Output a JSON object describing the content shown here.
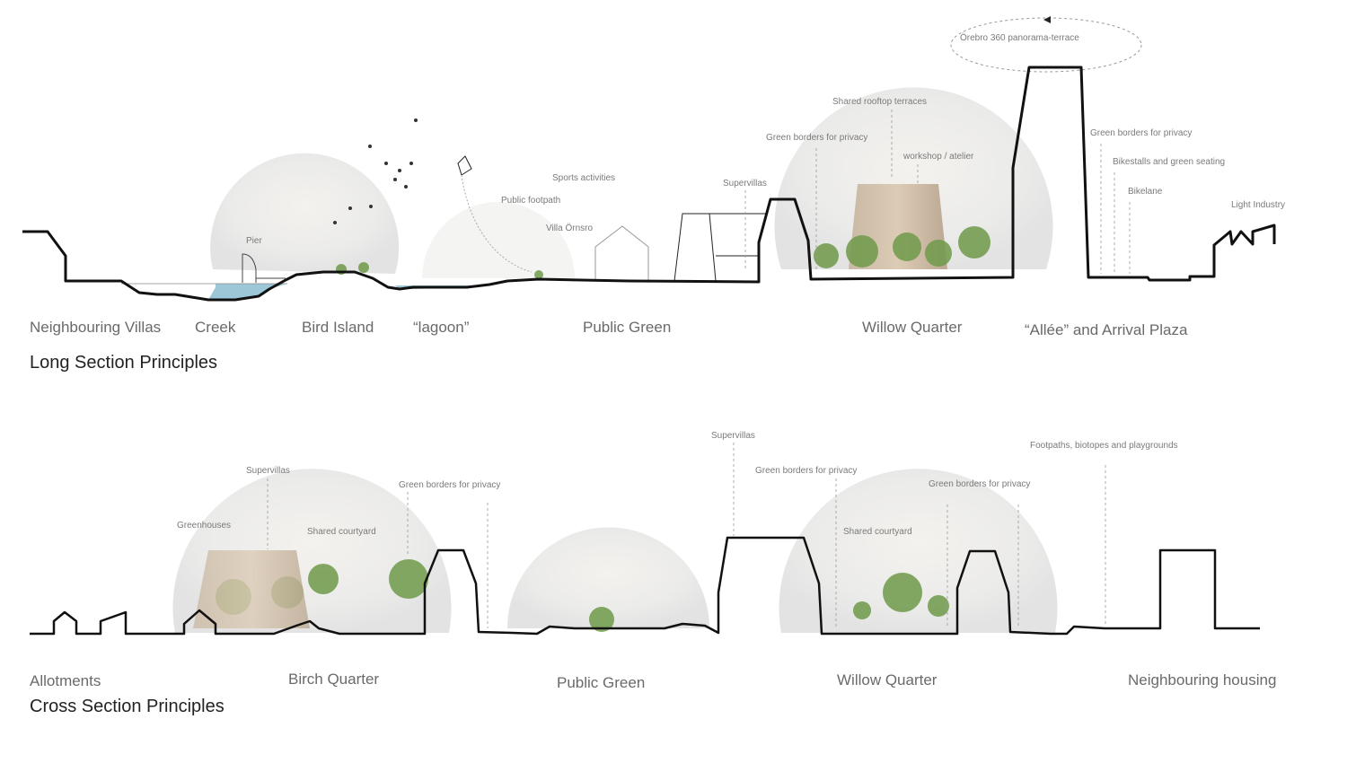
{
  "long_section": {
    "title": "Long Section Principles",
    "zones": [
      "Neighbouring Villas",
      "Creek",
      "Bird Island",
      "“lagoon”",
      "Public Green",
      "Willow Quarter",
      "“Allée” and Arrival Plaza"
    ],
    "annotations": [
      "Örebro 360 panorama-terrace",
      "Shared rooftop terraces",
      "Green borders for privacy",
      "workshop / atelier",
      "Supervillas",
      "Sports activities",
      "Public footpath",
      "Villa Örnsro",
      "Pier",
      "Green borders for privacy",
      "Bikestalls and green seating",
      "Bikelane",
      "Light Industry"
    ]
  },
  "cross_section": {
    "title": "Cross Section Principles",
    "zones": [
      "Allotments",
      "Birch Quarter",
      "Public Green",
      "Willow Quarter",
      "Neighbouring housing"
    ],
    "annotations": [
      "Supervillas",
      "Greenhouses",
      "Shared courtyard",
      "Green borders for privacy",
      "Supervillas",
      "Green borders for privacy",
      "Shared courtyard",
      "Green borders for privacy",
      "Footpaths, biotopes and playgrounds"
    ]
  },
  "colors": {
    "ground_line": "#111111",
    "label": "#6a6a6a",
    "annotation": "#7a7a7a",
    "water": "#9cc7d6",
    "bubble": "#e9e9e9"
  }
}
